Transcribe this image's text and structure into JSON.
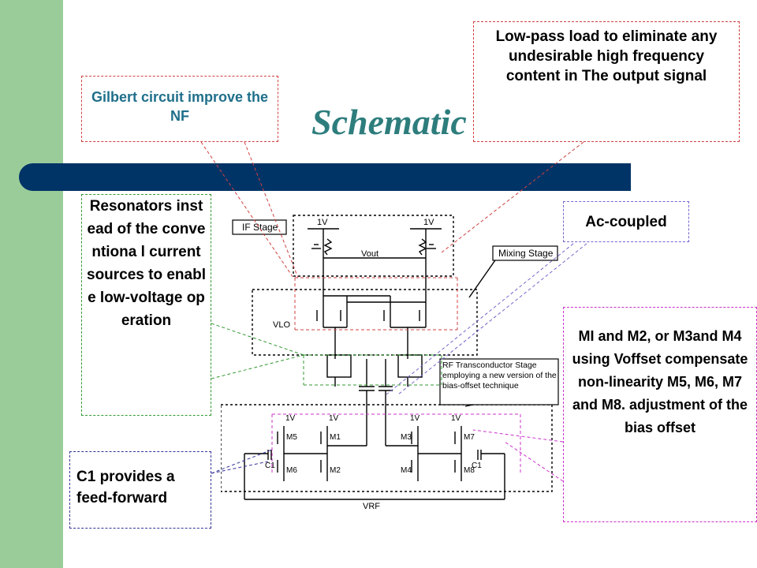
{
  "slide": {
    "title": "Schematic",
    "colors": {
      "sidebar": "#99cc99",
      "title": "#2e7d7d",
      "bar": "#003366"
    }
  },
  "notes": {
    "gilbert": "Gilbert circuit improve the NF",
    "lowpass": "Low-pass load to eliminate any undesirable high frequency content in The output signal",
    "resonators": "Resonators instead of the conventiona l current sources to enable low-voltage operation",
    "ac_coupled": "Ac-coupled",
    "m1m2": "MI and M2, or M3and M4 using Voffset compensate non-linearity M5, M6, M7 and M8. adjustment of the bias offset",
    "c1": "C1 provides a feed-forward"
  },
  "schematic": {
    "if_stage": "IF Stage",
    "mixing_stage": "Mixing Stage",
    "rf_stage": "RF Transconductor Stage employing a new version of the bias-offset technique",
    "supply_left": "1V",
    "supply_right": "1V",
    "vout": "Vout",
    "vlo": "VLO",
    "vrf": "VRF",
    "rf_supplies": [
      "1V",
      "1V",
      "1V",
      "1V"
    ],
    "transistors": [
      "M5",
      "M1",
      "M3",
      "M7",
      "M6",
      "M2",
      "M4",
      "M8"
    ],
    "caps": [
      "C1",
      "C1"
    ]
  }
}
